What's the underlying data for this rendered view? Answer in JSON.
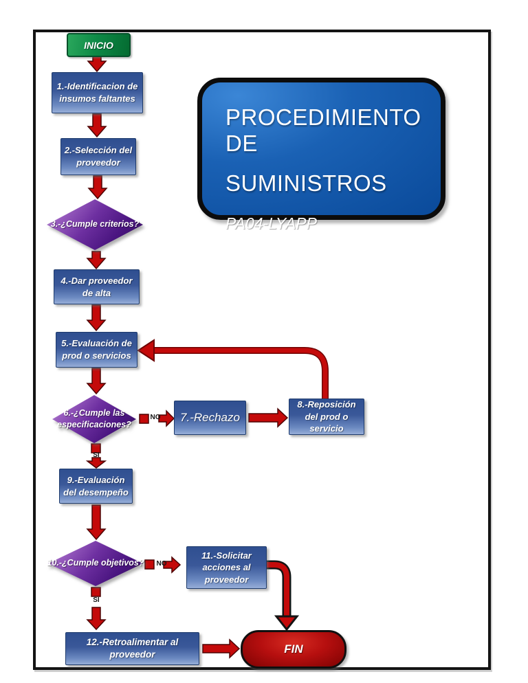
{
  "title_card": {
    "line1": "PROCEDIMIENTO DE",
    "line2": "SUMINISTROS",
    "code": "PA04-LYAPP"
  },
  "labels": {
    "yes": "SI",
    "no": "NO"
  },
  "nodes": {
    "start": "INICIO",
    "s1": "1.-Identificacion de insumos faltantes",
    "s2": "2.-Selección del proveedor",
    "d3": "3.-¿Cumple criterios?",
    "s4": "4.-Dar proveedor de alta",
    "s5": "5.-Evaluación de prod o servicios",
    "d6": "6.-¿Cumple las especificaciones?",
    "s7": "7.-Rechazo",
    "s8": "8.-Reposición del prod o servicio",
    "s9": "9.-Evaluación del desempeño",
    "d10": "10.-¿Cumple objetivos?",
    "s11": "11.-Solicitar acciones al proveedor",
    "s12": "12.-Retroalimentar al proveedor",
    "end": "FIN"
  },
  "colors": {
    "process_blue_top": "#2f4f90",
    "process_blue_bottom": "#97aed8",
    "decision_purple": "#4a1580",
    "start_green": "#0e8a47",
    "end_red": "#b60f0f",
    "arrow_red": "#c40a0a",
    "title_blue": "#0a4a9a",
    "frame_black": "#141414"
  }
}
